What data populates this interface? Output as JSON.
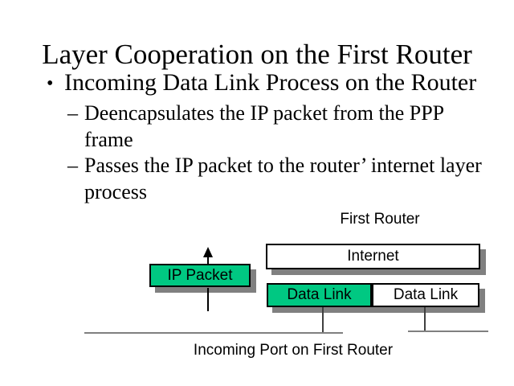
{
  "slide": {
    "title": "Layer Cooperation on the First Router",
    "bullet": {
      "marker": "•",
      "text": "Incoming Data Link Process on the Router"
    },
    "sub_bullets": [
      {
        "marker": "–",
        "lines": [
          "Deencapsulates the IP packet from the PPP",
          "frame"
        ]
      },
      {
        "marker": "–",
        "lines": [
          "Passes the IP packet to the router’ internet layer",
          "process"
        ]
      }
    ]
  },
  "diagram": {
    "router_label": "First Router",
    "internet_box_label": "Internet",
    "data_link_left_label": "Data Link",
    "data_link_right_label": "Data Link",
    "ip_packet_box_label": "IP Packet",
    "caption": "Incoming Port on First Router",
    "colors": {
      "box_green": "#00C882",
      "box_white": "#FFFFFF",
      "box_border": "#000000",
      "shadow_gray": "#808080",
      "wire_gray": "#808080",
      "connector_dark": "#404040"
    }
  }
}
